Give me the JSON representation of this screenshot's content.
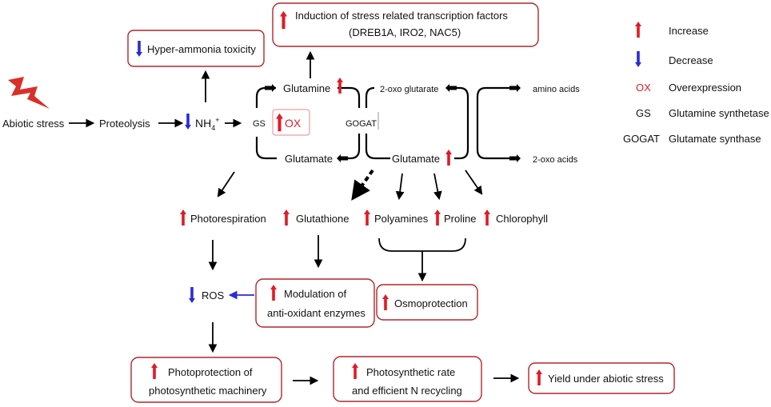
{
  "colors": {
    "increase": "#e01b24",
    "decrease": "#2b2bd6",
    "box_border": "#b3262b",
    "stress_bolt": "#d9302a"
  },
  "labels": {
    "abiotic_stress": "Abiotic stress",
    "proteolysis": "Proteolysis",
    "nh4": "NH",
    "nh4_sub": "4",
    "nh4_sup": "+",
    "gs": "GS",
    "ox": "OX",
    "gogat": "GOGAT",
    "glutamine": "Glutamine",
    "glutamate_left": "Glutamate",
    "oxoglutarate": "2-oxo glutarate",
    "glutamate_right": "Glutamate",
    "amino_acids": "amino acids",
    "oxo_acids": "2-oxo acids",
    "photorespiration": "Photorespiration",
    "glutathione": "Glutathione",
    "polyamines": "Polyamines",
    "proline": "Proline",
    "chlorophyll": "Chlorophyll",
    "ros": "ROS"
  },
  "boxes": {
    "induction_line1": "Induction of stress related  transcription factors",
    "induction_line2": "(DREB1A, IRO2, NAC5)",
    "hyper_ammonia": "Hyper-ammonia toxicity",
    "modulation_line1": "Modulation of",
    "modulation_line2": "anti-oxidant enzymes",
    "osmoprotection": "Osmoprotection",
    "photoprotection_line1": "Photoprotection of",
    "photoprotection_line2": "photosynthetic machinery",
    "photosynthetic_line1": "Photosynthetic rate",
    "photosynthetic_line2": "and efficient N recycling",
    "yield": "Yield under abiotic stress"
  },
  "legend": {
    "increase": "Increase",
    "decrease": "Decrease",
    "ox_symbol": "OX",
    "overexpression": "Overexpression",
    "gs_abbr": "GS",
    "gs_full": "Glutamine synthetase",
    "gogat_abbr": "GOGAT",
    "gogat_full": "Glutamate synthase"
  }
}
